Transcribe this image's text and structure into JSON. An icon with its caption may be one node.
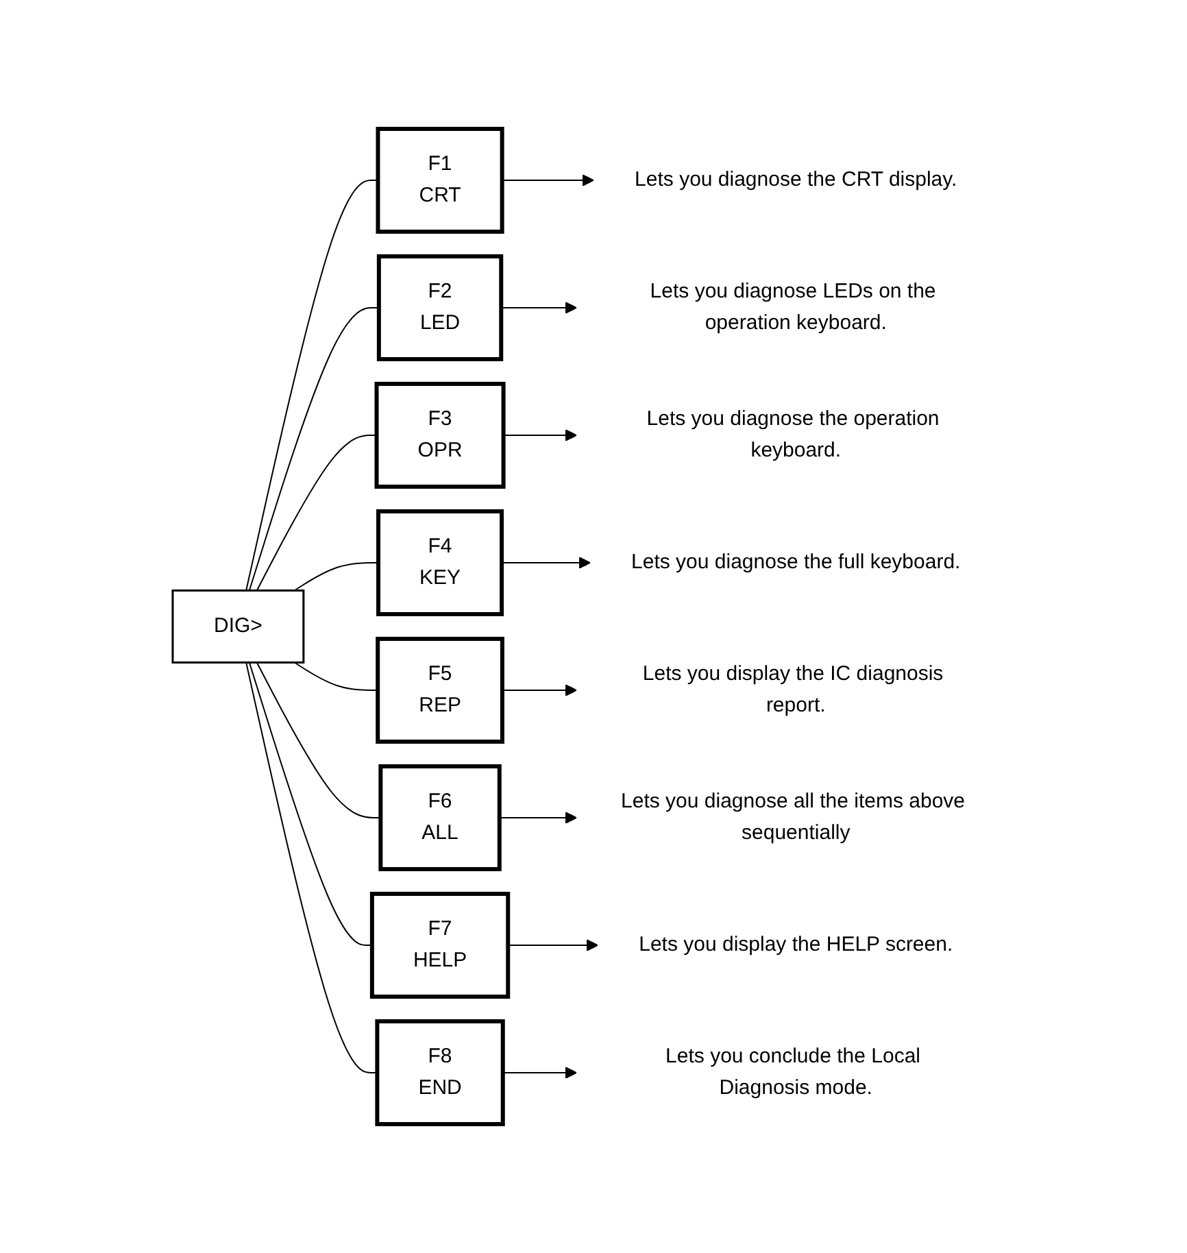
{
  "diagram": {
    "nodes": [
      {
        "text": [
          "DIG>"
        ]
      },
      {
        "text": [
          "F1",
          "CRT"
        ]
      },
      {
        "text": [
          "Lets you diagnose the CRT display."
        ]
      },
      {
        "text": [
          "F2",
          "LED"
        ]
      },
      {
        "text": [
          "Lets you diagnose LEDs on the operation keyboard."
        ]
      },
      {
        "text": [
          "F3",
          "OPR"
        ]
      },
      {
        "text": [
          "Lets you diagnose the operation keyboard."
        ]
      },
      {
        "text": [
          "F4",
          "KEY"
        ]
      },
      {
        "text": [
          "Lets you diagnose the full keyboard."
        ]
      },
      {
        "text": [
          "F5",
          "REP"
        ]
      },
      {
        "text": [
          "Lets you display the IC diagnosis report."
        ]
      },
      {
        "text": [
          "F6",
          "ALL"
        ]
      },
      {
        "text": [
          "Lets you diagnose all the items above sequentially"
        ]
      },
      {
        "text": [
          "F7",
          "HELP"
        ]
      },
      {
        "text": [
          "Lets you display the HELP screen."
        ]
      },
      {
        "text": [
          "F8",
          "END"
        ]
      },
      {
        "text": [
          "Lets you conclude the Local Diagnosis mode."
        ]
      }
    ],
    "edges": [
      {
        "from": 0,
        "to": 1,
        "arrow": "none"
      },
      {
        "from": 1,
        "to": 2,
        "arrow": "to"
      },
      {
        "from": 0,
        "to": 3,
        "arrow": "none"
      },
      {
        "from": 3,
        "to": 4,
        "arrow": "to"
      },
      {
        "from": 0,
        "to": 5,
        "arrow": "none"
      },
      {
        "from": 5,
        "to": 6,
        "arrow": "to"
      },
      {
        "from": 0,
        "to": 7,
        "arrow": "none"
      },
      {
        "from": 7,
        "to": 8,
        "arrow": "to"
      },
      {
        "from": 0,
        "to": 9,
        "arrow": "none"
      },
      {
        "from": 9,
        "to": 10,
        "arrow": "to"
      },
      {
        "from": 0,
        "to": 11,
        "arrow": "none"
      },
      {
        "from": 11,
        "to": 12,
        "arrow": "to"
      },
      {
        "from": 0,
        "to": 13,
        "arrow": "none"
      },
      {
        "from": 13,
        "to": 14,
        "arrow": "to"
      },
      {
        "from": 0,
        "to": 15,
        "arrow": "none"
      },
      {
        "from": 15,
        "to": 16,
        "arrow": "to"
      }
    ]
  }
}
